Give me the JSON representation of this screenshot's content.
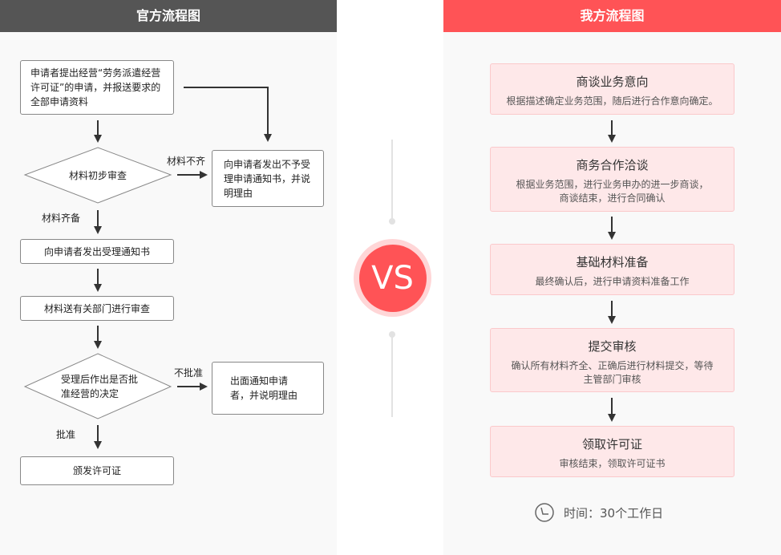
{
  "left": {
    "title": "官方流程图",
    "box1": "申请者提出经营“劳务派遣经营许可证”的申请，并报送要求的全部申请资料",
    "diamond1": "材料初步审查",
    "label_incomplete": "材料不齐",
    "box_reject1": "向申请者发出不予受理申请通知书，并说明理由",
    "label_complete": "材料齐备",
    "box3": "向申请者发出受理通知书",
    "box4": "材料送有关部门进行审查",
    "diamond2": "受理后作出是否批准经营的决定",
    "label_deny": "不批准",
    "box_reject2": "出面通知申请者，并说明理由",
    "label_approve": "批准",
    "box6": "颁发许可证"
  },
  "vs": {
    "text": "VS",
    "color": "#ff5356"
  },
  "right": {
    "title": "我方流程图",
    "accent": "#ff5356",
    "steps": [
      {
        "title": "商谈业务意向",
        "desc": "根据描述确定业务范围，随后进行合作意向确定。"
      },
      {
        "title": "商务合作洽谈",
        "desc": "根据业务范围，进行业务申办的进一步商谈，商谈结束，进行合同确认"
      },
      {
        "title": "基础材料准备",
        "desc": "最终确认后，进行申请资料准备工作"
      },
      {
        "title": "提交审核",
        "desc": "确认所有材料齐全、正确后进行材料提交，等待主管部门审核"
      },
      {
        "title": "领取许可证",
        "desc": "审核结束，领取许可证书"
      }
    ],
    "time_icon": "clock-icon",
    "time": "时间：30个工作日"
  }
}
